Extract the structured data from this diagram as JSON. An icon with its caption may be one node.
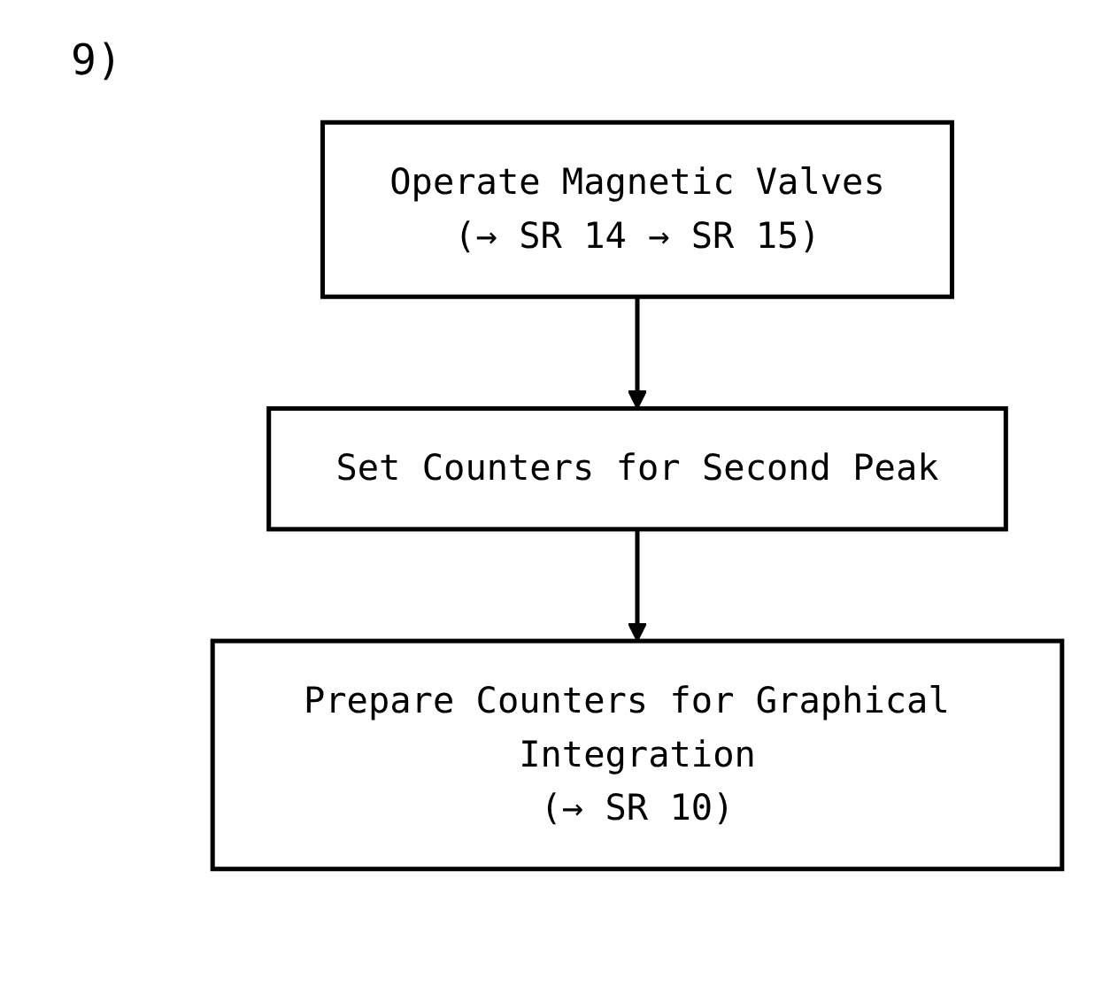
{
  "diagram": {
    "nodes": [
      {
        "text": [
          "Operate Magnetic Valves",
          "(→ SR 14 → SR 15)"
        ]
      },
      {
        "text": [
          "Set Counters for Second Peak"
        ]
      },
      {
        "text": [
          "Prepare Counters for Graphical Integration",
          "(→ SR 10)"
        ]
      }
    ],
    "edges": [
      {
        "from": 0,
        "to": 1,
        "arrow": "to"
      },
      {
        "from": 1,
        "to": 2,
        "arrow": "to"
      }
    ],
    "labels": [
      "9)"
    ]
  }
}
